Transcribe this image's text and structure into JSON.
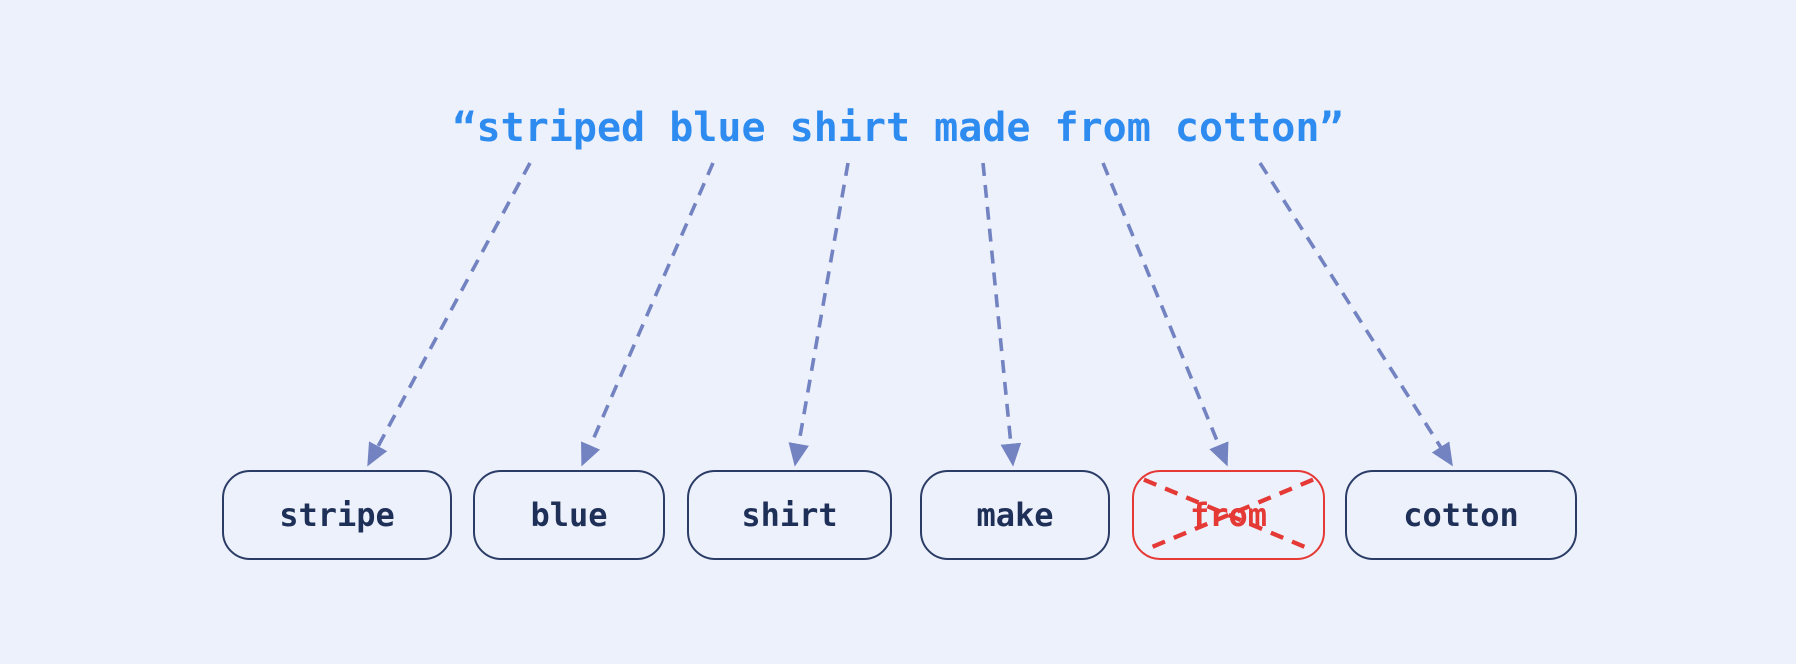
{
  "diagram": {
    "query_text": "“striped blue shirt made from cotton”",
    "tokens": [
      {
        "label": "stripe",
        "removed": false
      },
      {
        "label": "blue",
        "removed": false
      },
      {
        "label": "shirt",
        "removed": false
      },
      {
        "label": "make",
        "removed": false
      },
      {
        "label": "from",
        "removed": true
      },
      {
        "label": "cotton",
        "removed": false
      }
    ],
    "icons": [
      {
        "name": "dashed-arrow-down-icon",
        "count": 6
      },
      {
        "name": "strikethrough-x-icon",
        "count": 1
      }
    ],
    "colors": {
      "background": "#edf1fb",
      "query_text_blue": "#2e8bf0",
      "arrow_slate_blue": "#7383c1",
      "box_border_navy": "#2b3c66",
      "box_text_navy": "#1f3058",
      "removed_red": "#e53935"
    }
  }
}
